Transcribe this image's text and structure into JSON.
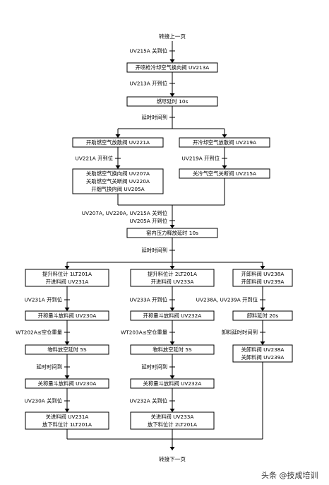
{
  "diagram": {
    "start": "转接上一页",
    "end": "转接下一页",
    "head": {
      "cond_1": "UV215A 关到位",
      "box_1": "开喷枪冷却空气换向阀 UV213A",
      "cond_2": "UV213A 开到位",
      "box_2": "燃尽延时 10s",
      "cond_3": "延时时间到"
    },
    "split_top": {
      "left": {
        "box_1": "开助燃空气放散阀 UV221A",
        "cond_1": "UV221A 开到位",
        "box_2": [
          "关助燃空气换向阀 UV207A",
          "关助燃空气关断阀 UV220A",
          "开烟气换向阀 UV205A"
        ]
      },
      "right": {
        "box_1": "开冷却空气放散阀 UV219A",
        "cond_1": "UV219A 开到位",
        "box_2": [
          "关冷气空气关断阀 UV215A"
        ]
      }
    },
    "merge": {
      "cond_1": [
        "UV207A, UV220A, UV215A 关到位",
        "UV205A 开到位"
      ],
      "box_1": "窑内压力释放延时 10s",
      "cond_2": "延时时间到"
    },
    "split_bottom": {
      "col1": {
        "box_1": [
          "提升料位计 1LT201A",
          "开进料阀 UV231A"
        ],
        "cond_1": "UV231A 开到位",
        "box_2": "开称量斗放料阀 UV230A",
        "cond_2": "WT202A≤空仓重量",
        "box_3": "物料放空延时 5S",
        "cond_3": "延时时间到",
        "box_4": "关称量斗放料阀 UV230A",
        "cond_4": "UV230A 关到位",
        "box_5": [
          "关进料阀 UV231A",
          "放下料位计 1LT201A"
        ]
      },
      "col2": {
        "box_1": [
          "提升料位计 2LT201A",
          "开进料阀 UV233A"
        ],
        "cond_1": "UV233A 开到位",
        "box_2": "开称量斗放料阀 UV232A",
        "cond_2": "WT203A≤空仓重量",
        "box_3": "物料放空延时 5S",
        "cond_3": "延时时间到",
        "box_4": "关称量斗放料阀 UV232A",
        "cond_4": "UV232A 关到位",
        "box_5": [
          "关进料阀 UV233A",
          "放下料位计 2LT201A"
        ]
      },
      "col3": {
        "box_1": [
          "开卸料阀 UV238A",
          "开卸料阀 UV239A"
        ],
        "cond_1": "UV238A, UV239A 开到位",
        "box_2": "卸料延时 20s",
        "cond_2": "卸料延时时间到",
        "box_3": [
          "关卸料阀 UV238A",
          "关卸料阀 UV239A"
        ]
      }
    }
  },
  "watermark": "头条 @技成培训"
}
